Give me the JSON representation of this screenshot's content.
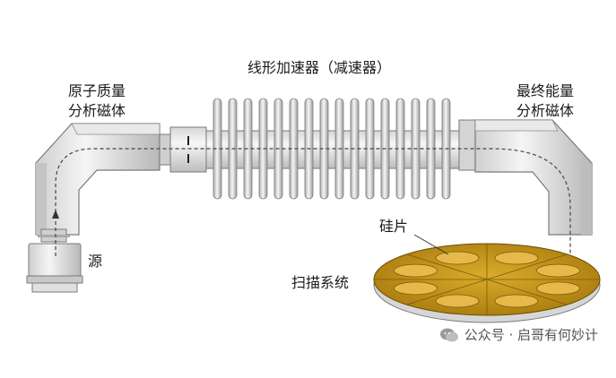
{
  "labels": {
    "analyzer_magnet": [
      "原子质量",
      "分析磁体"
    ],
    "linac": "线形加速器（减速器）",
    "final_magnet": [
      "最终能量",
      "分析磁体"
    ],
    "source": "源",
    "wafer": "硅片",
    "scan_system": "扫描系统"
  },
  "watermark": {
    "text": "公众号 · 启哥有何妙计",
    "icon": "wechat-icon"
  },
  "colors": {
    "metal_light": "#f2f2f2",
    "metal_mid": "#d9d9d9",
    "metal_dark": "#9a9a9a",
    "outline": "#7a7a7a",
    "disc_gold": "#c99a1c",
    "disc_gold_dark": "#8a6508",
    "disc_base": "#d8d8d8",
    "beam": "#444444"
  }
}
